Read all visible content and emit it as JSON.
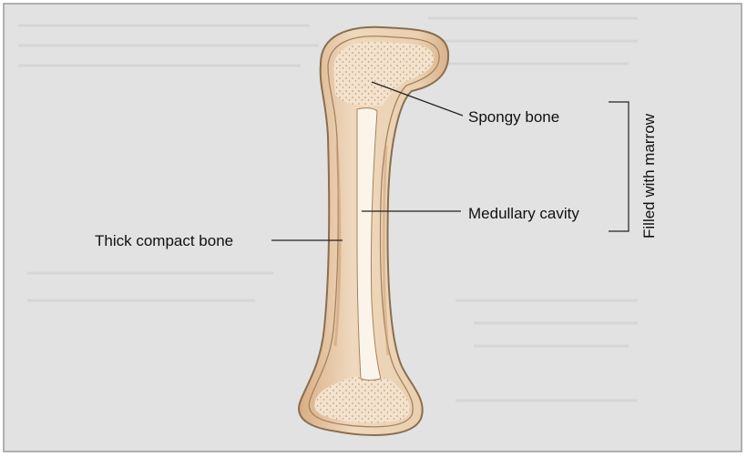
{
  "labels": {
    "spongy_bone": "Spongy bone",
    "medullary_cavity": "Medullary cavity",
    "thick_compact_bone": "Thick compact bone",
    "filled_with_marrow": "Filled with marrow"
  },
  "colors": {
    "page_background": "#ffffff",
    "figure_background": "#e2e2e2",
    "figure_border": "#9a9a9a",
    "bone_fill": "#ecd2b3",
    "bone_outline": "#8a6e4e",
    "bone_shadow": "#d3a57d",
    "spongy_fill": "#f3e2cd",
    "spongy_dots": "#b98e67",
    "cavity_fill": "#fbf4ea",
    "label_text": "#111111",
    "leader_line": "#222222"
  }
}
